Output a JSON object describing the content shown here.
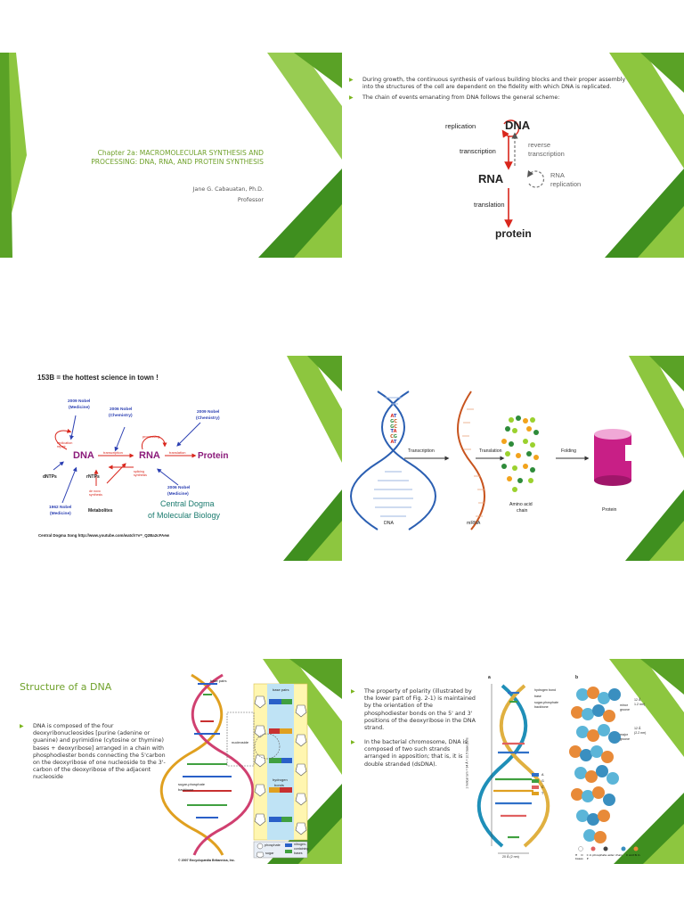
{
  "slide1": {
    "title": "Chapter 2a: MACROMOLECULAR SYNTHESIS AND PROCESSING: DNA, RNA, AND PROTEIN SYNTHESIS",
    "author": "Jane G. Cabauatan, Ph.D.",
    "role": "Professor"
  },
  "slide2": {
    "bullet1": "During growth, the continuous synthesis of various building blocks and their proper assembly into the structures of the cell are dependent on the fidelity with which DNA is replicated.",
    "bullet2": "The chain of events emanating from DNA follows the general scheme:",
    "scheme": {
      "replication": "replication",
      "dna": "DNA",
      "transcription": "transcription",
      "reverse": "reverse",
      "reverse_transcription": "transcription",
      "rna": "RNA",
      "rna_rep1": "RNA",
      "rna_rep2": "replication",
      "translation": "translation",
      "protein": "protein"
    }
  },
  "slide3": {
    "heading": "153B = the hottest science in town !",
    "nobel_2009_med_1": "2009 Nobel",
    "nobel_2009_med_2": "(Medicine)",
    "nobel_2006_chem_1": "2006 Nobel",
    "nobel_2006_chem_2": "(Chemistry)",
    "nobel_2009_chem_1": "2009 Nobel",
    "nobel_2009_chem_2": "(Chemistry)",
    "nobel_2006_med_1": "2006 Nobel",
    "nobel_2006_med_2": "(Medicine)",
    "nobel_1962_1": "1962 Nobel",
    "nobel_1962_2": "(Medicine)",
    "replication_repair": "replication repair",
    "transcription": "transcription",
    "processing": "processing",
    "translation": "translation",
    "splicing": "splicing synthesis",
    "denovo": "de novo synthesis",
    "dna": "DNA",
    "rna": "RNA",
    "protein": "Protein",
    "dntps": "dNTPs",
    "rntps": "rNTPs",
    "metabolites": "Metabolites",
    "central1": "Central Dogma",
    "central2": "of Molecular Biology",
    "song": "Central Dogma Song http://www.youtube.com/watch?v=_Q2Ba2cFAew"
  },
  "slide4": {
    "seq": [
      "A",
      "T",
      "G",
      "C",
      "G",
      "C",
      "T",
      "A",
      "C",
      "G",
      "A",
      "T"
    ],
    "transcription": "Transcription",
    "translation": "Translation",
    "folding": "Folding",
    "dna": "DNA",
    "mrna": "mRNA",
    "amino1": "Amino acid",
    "amino2": "chain",
    "protein": "Protein"
  },
  "slide5": {
    "title": "Structure of a DNA",
    "bullet": "DNA is composed of the four deoxyribonucleosides [purine (adenine or guanine) and pyrimidine (cytosine or thymine) bases + deoxyribose] arranged in a chain with phosphodiester bonds connecting the 5'carbon on the deoxyribose of one nucleoside to the 3'-carbon of the deoxyribose of the adjacent nucleoside",
    "base_pairs_top": "base pairs",
    "base_pairs_inner": "base pairs",
    "nucleoside": "nucleoside",
    "backbone1": "sugar-phosphate",
    "backbone2": "backbone",
    "hydrogen1": "hydrogen",
    "hydrogen2": "bonds",
    "legend_phosphate": "phosphate",
    "legend_sugar": "sugar",
    "legend_nitrogen1": "nitrogen-",
    "legend_nitrogen2": "containing",
    "legend_nitrogen3": "bases",
    "copyright": "© 2007 Encyclopædia Britannica, Inc."
  },
  "slide6": {
    "bullet1": "The property of polarity (illustrated by the lower part of Fig. 2-1) is maintained by the orientation of the phosphodiester bonds on the 5' and 3' positions of the deoxyribose in the DNA strand.",
    "bullet2": "In the bacterial chromosome, DNA is composed of two such strands arranged in apposition; that is, it is double stranded (dsDNA).",
    "fig_a": "a",
    "fig_b": "b",
    "hydrogen_bond": "hydrogen bond",
    "base": "base",
    "backbone1": "sugar-phosphate",
    "backbone2": "backbone",
    "side_label": "1 helical turn = 34 Å = 10.5 base pairs",
    "bases": [
      "A",
      "G",
      "C",
      "T"
    ],
    "width": "20 Å (2 nm)",
    "minor1": "minor",
    "minor2": "groove",
    "major1": "major",
    "major2": "groove",
    "dim1a": "12 Å",
    "dim1b": "1.2 nm)",
    "dim2a": "12 Å",
    "dim2b": "(2.2 nm)",
    "legend": [
      "H",
      "O",
      "C in phosphate ester chain",
      "C and N in bases",
      "P"
    ]
  },
  "colors": {
    "green_dark": "#3f8f1f",
    "green_light": "#8dc63f",
    "red_arrow": "#d9261c",
    "magenta": "#8b1a7a",
    "teal": "#1a7a6e"
  }
}
